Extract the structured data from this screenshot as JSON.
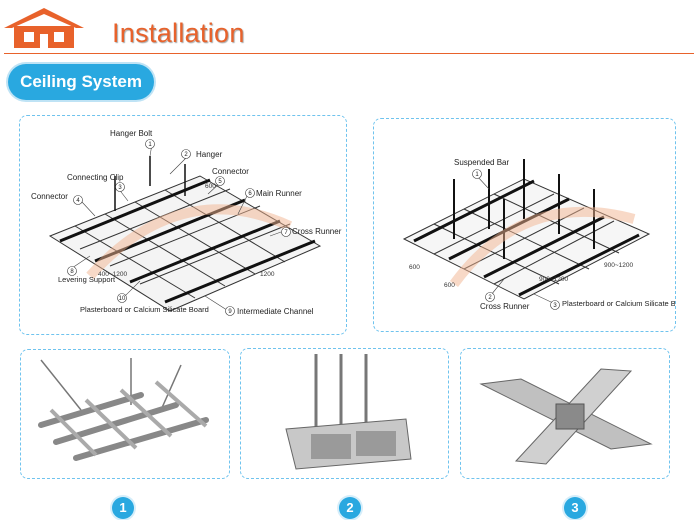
{
  "header": {
    "title": "Installation"
  },
  "section": {
    "badge": "Ceiling System"
  },
  "diagram1": {
    "labels": {
      "hanger_bolt": "Hanger Bolt",
      "hanger": "Hanger",
      "connecting_clip": "Connecting Clip",
      "connector_top": "Connector",
      "connector_left": "Connector",
      "main_runner": "Main Runner",
      "cross_runner": "Cross Runner",
      "levering_support": "Levering Support",
      "plasterboard": "Plasterboard or Calcium Silicate Board",
      "intermediate_channel": "Intermediate Channel"
    },
    "numbers": [
      "1",
      "2",
      "3",
      "4",
      "5",
      "6",
      "7",
      "8",
      "9",
      "10"
    ],
    "dims": [
      "600",
      "400~1200",
      "1200"
    ]
  },
  "diagram2": {
    "labels": {
      "suspended_bar": "Suspended Bar",
      "cross_runner": "Cross Runner",
      "plasterboard": "Plasterboard or Calcium Silicate Board"
    },
    "numbers": [
      "1",
      "2",
      "3"
    ],
    "dims": [
      "600",
      "600",
      "900~1200",
      "900~1200"
    ]
  },
  "steps": [
    "1",
    "2",
    "3"
  ],
  "colors": {
    "accent_orange": "#e8622b",
    "accent_blue": "#29a8e0",
    "panel_border": "#6fc3ee"
  }
}
